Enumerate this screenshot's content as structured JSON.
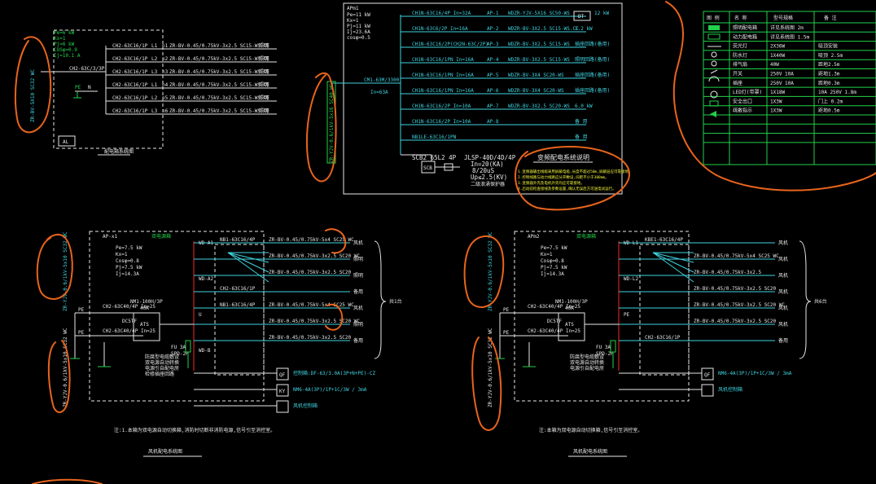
{
  "colors": {
    "background": "#000000",
    "line_white": "#e8e8e8",
    "line_green": "#22d24a",
    "line_cyan": "#3fd3e0",
    "line_yellow": "#f3f53a",
    "line_red": "#d21f1f",
    "line_magenta": "#c03ac8",
    "annotation_orange": "#e8641c"
  },
  "panel_top_left": {
    "params": [
      "Pe=6 kW",
      "Kx=1",
      "Pj=6 kW",
      "COSφ=0.9",
      "Ij=10.1 A"
    ],
    "incomer": "CH2-63C/3/3P",
    "pe_label": "PE",
    "n_label": "N",
    "riser_label": "ZR-BV-5X10 SC32 WC",
    "panel_tag": "AL",
    "caption": "配电箱系统图",
    "circuits": [
      {
        "breaker": "CH2-63C16/1P",
        "phase": "L1",
        "id": "n1",
        "cable": "ZR-BV-0.45/0.75kV-3x2.5 SC15-WS.CE",
        "use": "照明"
      },
      {
        "breaker": "CH2-63C16/1P",
        "phase": "L2",
        "id": "n2",
        "cable": "ZR-BV-0.45/0.75kV-3x2.5 SC15-WS.CE",
        "use": "照明"
      },
      {
        "breaker": "CH2-63C16/1P",
        "phase": "L3",
        "id": "n3",
        "cable": "ZR-BV-0.45/0.75kV-3x2.5 SC15-WS.CE",
        "use": "照明"
      },
      {
        "breaker": "CH2-63C16/1P",
        "phase": "L1",
        "id": "n4",
        "cable": "ZR-BV-0.45/0.75kV-3x2.5 SC15-WS.CE",
        "use": "照明"
      },
      {
        "breaker": "CH2-63C16/1P",
        "phase": "L2",
        "id": "n5",
        "cable": "ZR-BV-0.45/0.75kV-3x2.5 SC15-WS.CE",
        "use": "照明"
      },
      {
        "breaker": "CH2-63C16/1P",
        "phase": "L3",
        "id": "n6",
        "cable": "ZR-BV-0.45/0.75kV-3x2.5 SC15-WS.CE",
        "use": "照明"
      }
    ]
  },
  "panel_top_center": {
    "tag": "APm1",
    "params": [
      "Pe=11 kW",
      "Kx=1",
      "Pj=11 kW",
      "Ij=23.6A",
      "cosφ=0.5"
    ],
    "incomer": "CM1-63M/3300",
    "incomer_rating": "In=63A",
    "riser_label": "ZR-YJV-0.6/1kV-5x16 SC40 WC",
    "spd_label": "SCB2 65L2 4P",
    "spd_box": "SCB",
    "spd_specs": [
      "JLSP-40D/4D/4P",
      "In=20(KA)",
      "8/20uS",
      "Up≤2.5(KV)",
      "二级浪涌保护器"
    ],
    "circuits": [
      {
        "breaker": "CH1N-63C16/4P In=32A",
        "id": "AP-1",
        "cable": "WDZR-YJV-5X16 SC50-WS",
        "load": "DT",
        "note": "12 kW"
      },
      {
        "breaker": "CH1N-63C6/2P In=16A",
        "id": "AP-2",
        "cable": "WDZR-BV-3X2.5 SC15-WS.CE",
        "load": "",
        "note": "1.2 kW"
      },
      {
        "breaker": "CH1N-63C16/2P(CH2N-63C/2P)",
        "id": "AP-3",
        "cable": "WDZR-BV-3X2.5 SC15-WS",
        "load": "",
        "note": "插座回路(备用)"
      },
      {
        "breaker": "CH1N-63C16/1PN In=16A",
        "id": "AP-4",
        "cable": "WDZR-BV-3X2.5 SC15-WS",
        "load": "",
        "note": "照明回路(备用)"
      },
      {
        "breaker": "CH1N-63C16/1PN In=16A",
        "id": "AP-5",
        "cable": "WDZR-BV-3X4 SC20-WS",
        "load": "",
        "note": "插座回路(备用)"
      },
      {
        "breaker": "CH1N-63C16/1PN In=16A",
        "id": "AP-6",
        "cable": "WDZR-BV-3X4 SC20-WS",
        "load": "",
        "note": "插座回路(备用)"
      },
      {
        "breaker": "CH1N-63C16/2P In=10A",
        "id": "AP-7",
        "cable": "WDZR-BV-3X2.5 SC20-WS",
        "load": "",
        "note": "6.0 kW"
      },
      {
        "breaker": "CH1N-63C16/2P In=10A",
        "id": "AP-8",
        "cable": "",
        "load": "",
        "note": "备 用"
      },
      {
        "breaker": "NB1LE-63C16/1PN",
        "id": "",
        "cable": "",
        "load": "",
        "note": "备 用"
      }
    ]
  },
  "notes_block": {
    "title": "变频配电系统说明",
    "lines": [
      "1.变频器输出线缆采用屏蔽电缆,长度不超过50m,屏蔽层应可靠接地。",
      "2.控制线路与动力线路应分开敷设,间距不小于300mm。",
      "3.变频器外壳及电机外壳均应可靠接地。",
      "4.启动前检查接线及参数设置,确认无误后方可送电试运行。"
    ]
  },
  "legend_table": {
    "headers": [
      "图 例",
      "名 称",
      "型号规格",
      "备 注"
    ],
    "rows": [
      [
        "",
        "照明配电箱",
        "详见系统图 2m",
        ""
      ],
      [
        "",
        "动力配电箱",
        "详见系统图 1.5m",
        ""
      ],
      [
        "",
        "荧光灯",
        "2X36W",
        "吸顶安装"
      ],
      [
        "",
        "防水灯",
        "1X40W",
        "吸顶 2.5m"
      ],
      [
        "",
        "排气扇",
        "40W",
        "距地2.5m"
      ],
      [
        "",
        "开关",
        "250V 10A",
        "距地1.3m"
      ],
      [
        "",
        "插座",
        "250V 10A",
        "距地0.3m"
      ],
      [
        "",
        "LED灯(带罩)",
        "1X18W",
        "10A 250V 1.8m"
      ],
      [
        "",
        "安全出口",
        "1X3W",
        "门上 0.2m"
      ],
      [
        "",
        "疏散指示",
        "1X3W",
        "距地0.5m"
      ],
      [
        "",
        "",
        "",
        ""
      ],
      [
        "",
        "",
        "",
        ""
      ],
      [
        "",
        "",
        "",
        ""
      ]
    ]
  },
  "panel_bottom_left": {
    "tag": "AP-x1",
    "sub_tag": "双电源箱",
    "params": [
      "Pe=7.5 kW",
      "Kx=1",
      "Cosφ=0.8",
      "Pj=7.5 kW",
      "Ij=14.3A"
    ],
    "riser_a": "ZR-YJV-0.6/1kV-5x10 SC32 WC",
    "riser_b": "ZR-YJV-0.6/1kV-5x10 SC32 WC",
    "ats_label": "NM1-100H/3P",
    "ats_rating": "40A",
    "ats_box": "ATS",
    "breaker_left_a": "CH2-63C40/4P In=25",
    "breaker_left_b": "CH2-63C40/4P In=25",
    "spd": "DC5TF",
    "vfd_label": "FU 3A",
    "vfd_note": "SPD-2P",
    "motor_note": [
      "防腐型电缆敷设",
      "双电源自动转换",
      "电源引自配电房",
      "检修插座回路"
    ],
    "bus_labels": [
      "WD-A1",
      "WD-A2",
      "U",
      "WD-B"
    ],
    "circuits": [
      {
        "breaker": "NB1-63C16/4P",
        "cable": "ZR-BV-0.45/0.75kV-5x4 SC25 WC"
      },
      {
        "breaker": "",
        "cable": "ZR-BV-0.45/0.75kV-3x2.5 SC20 WC"
      },
      {
        "breaker": "",
        "cable": "ZR-BV-0.45/0.75kV-3x2.5 SC20"
      },
      {
        "breaker": "CH2-63C16/1P",
        "cable": ""
      },
      {
        "breaker": "NB1-63C16/4P",
        "cable": "ZR-BV-0.45/0.75kV-5x4 SC25 WC"
      },
      {
        "breaker": "",
        "cable": "ZR-BV-0.45/0.75kV-3x2.5 SC20 WC"
      },
      {
        "breaker": "",
        "cable": "ZR-BV-0.45/0.75kV-3x2.5 SC20"
      }
    ],
    "right_loads": [
      "风机",
      "照明",
      "照明",
      "备用",
      "风机",
      "照明",
      "备用"
    ],
    "group_label": "共1台",
    "aux_boxes": [
      {
        "id": "QF",
        "text": "控制箱:DF-63/3.0A(3P+N+PE)-CZ"
      },
      {
        "id": "KY",
        "text": "NM6-4A(3P)/1P+1C/3W / 3mA"
      },
      {
        "id": "",
        "text": "风机控制箱"
      }
    ],
    "footer_note": "注:1.本箱为双电源自动切换箱,消防时切断非消防电源,信号引至消控室。",
    "caption": "风机配电系统图"
  },
  "panel_bottom_right": {
    "tag": "APm2",
    "sub_tag": "双电源箱",
    "params": [
      "Pe=7.5 kW",
      "Kx=1",
      "Cosφ=0.8",
      "Pj=7.5 kW",
      "Ij=14.3A"
    ],
    "riser_a": "ZR-YJV-0.6/1kV-5x10 SC32 WC",
    "riser_b": "ZR-YJV-0.6/1kV-5x10 SC32 WC",
    "ats_label": "NM1-100H/3P",
    "ats_rating": "40A",
    "ats_box": "ATS",
    "breaker_left_a": "CH2-63C40/4P In=25",
    "breaker_left_b": "CH2-63C40/4P In=25",
    "spd": "DC5TF",
    "vfd_label": "FU 3A",
    "vfd_note": "SPD-2P",
    "motor_note": [
      "防腐型电缆敷设",
      "双电源自动转换",
      "电源引自配电房"
    ],
    "bus_labels": [
      "WD-L1",
      "WD-L2",
      "PE"
    ],
    "circuits": [
      {
        "breaker": "KBE1-63C16/4P",
        "cable": ""
      },
      {
        "breaker": "",
        "cable": "ZR-BV-0.45/0.75kV-5x4 SC25 WC"
      },
      {
        "breaker": "",
        "cable": "ZR-BV-0.45/0.75kV-3x2.5"
      },
      {
        "breaker": "",
        "cable": "ZR-BV-0.45/0.75kV-3x2.5 SC20"
      },
      {
        "breaker": "",
        "cable": "ZR-BV-0.45/0.75kV-3x2.5 SC20 WC"
      },
      {
        "breaker": "",
        "cable": "ZR-BV-0.45/0.75kV-3x2.5 SC20"
      },
      {
        "breaker": "CH2-63C16/1P",
        "cable": ""
      }
    ],
    "right_loads": [
      "风机",
      "风机",
      "风机",
      "风机",
      "风机",
      "风机",
      "备用"
    ],
    "group_label": "共6台",
    "aux_boxes": [
      {
        "id": "QF",
        "text": "NM6-4A(3P)/1P+1C/3W / 3mA"
      },
      {
        "id": "",
        "text": "风机控制箱"
      }
    ],
    "footer_note": "注:本箱为双电源自动切换箱,信号引至消控室。",
    "caption": "风机配电系统图"
  }
}
